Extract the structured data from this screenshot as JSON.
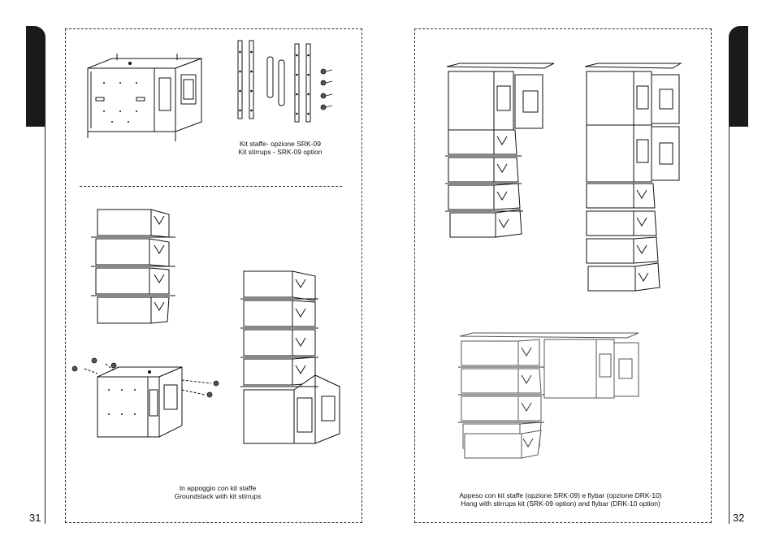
{
  "left_page": {
    "page_number": "31",
    "caption_stirrups": [
      "Kit staffe- opzione SRK-09",
      "Kit stirrups  -  SRK-09 option"
    ],
    "caption_groundstack": [
      "In appoggio con kit staffe",
      "Groundstack with kit stirrups"
    ]
  },
  "right_page": {
    "page_number": "32",
    "caption_hang": [
      "Appeso con kit staffe (opzione SRK-09) e flybar (opzione DRK-10)",
      "Hang with stirrups kit (SRK-09 option) and flybar (DRK-10 option)"
    ]
  }
}
